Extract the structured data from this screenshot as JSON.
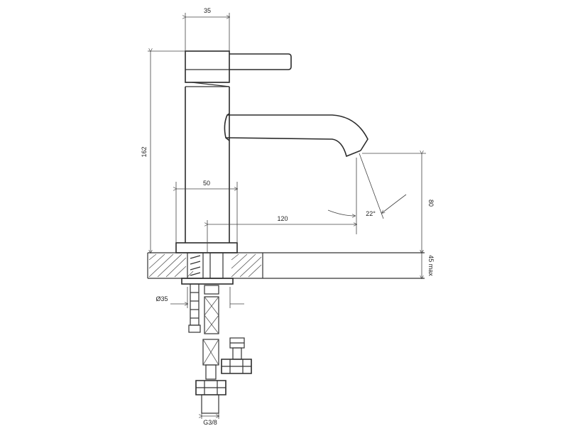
{
  "drawing": {
    "dimensions": {
      "handle_width": "35",
      "overall_height": "162",
      "base_width": "50",
      "spout_reach": "120",
      "spout_height": "80",
      "spray_angle": "22°",
      "max_deck_thickness": "45 max",
      "shank_diameter": "Ø35",
      "connection_thread": "G3/8"
    },
    "colors": {
      "line": "#333333",
      "background": "#ffffff"
    }
  }
}
